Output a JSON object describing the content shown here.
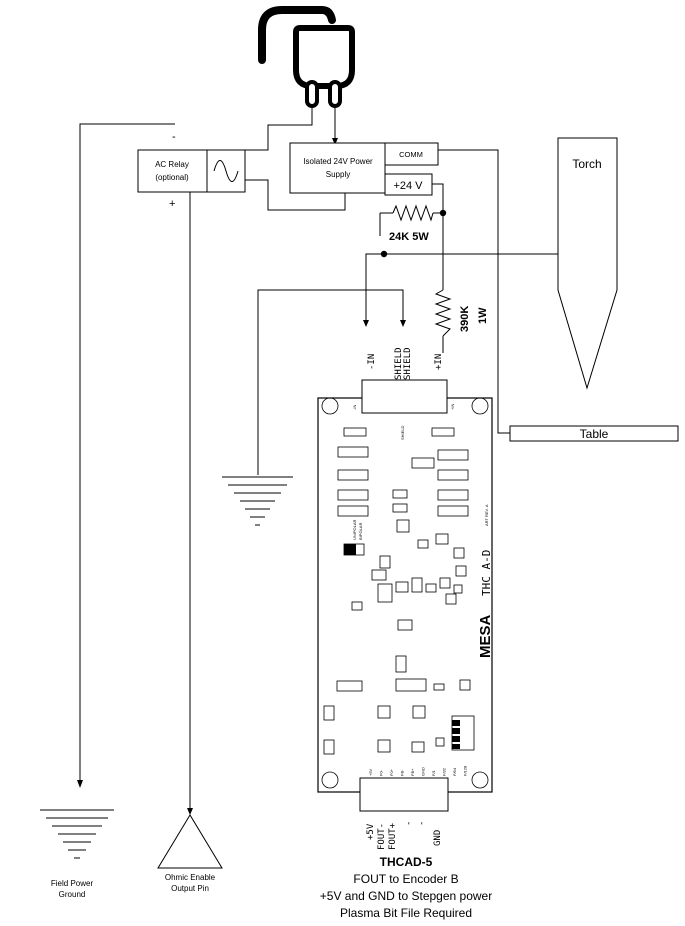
{
  "relay": {
    "line1": "AC Relay",
    "line2": "(optional)",
    "minus": "-",
    "plus": "+"
  },
  "psu": {
    "line1": "Isolated 24V Power",
    "line2": "Supply",
    "comm": "COMM",
    "v24": "+24 V"
  },
  "resistors": {
    "r1": "24K 5W",
    "r2a": "390K",
    "r2b": "1W"
  },
  "torch": {
    "label": "Torch"
  },
  "table": {
    "label": "Table"
  },
  "top_pins": {
    "in_minus": "-IN",
    "shield1": "SHIELD",
    "shield2": "SHIELD",
    "in_plus": "+IN"
  },
  "bottom_pins": {
    "p5v": "+5V",
    "fout_minus": "FOUT-",
    "fout_plus": "FOUT+",
    "dash1": "-",
    "dash2": "-",
    "gnd": "GND"
  },
  "grounds": {
    "field_line1": "Field Power",
    "field_line2": "Ground"
  },
  "ohmic": {
    "line1": "Ohmic Enable",
    "line2": "Output Pin"
  },
  "caption": {
    "title": "THCAD-5",
    "line1": "FOUT to  Encoder B",
    "line2": "+5V and GND to Stepgen power",
    "line3": "Plasma Bit File Required"
  },
  "board": {
    "brand": "MESA",
    "model": "THC A-D",
    "art_rev": "ART REV. A",
    "unipolar": "UNIPOLAR",
    "bipolar": "BIPOLAR",
    "shield": "SHIELD",
    "in_minus": "-IN",
    "in_plus": "+IN",
    "bottom_labels": [
      "+5V",
      "F0-",
      "F0+",
      "FB-",
      "FB+",
      "GND",
      "F/1",
      "F/32",
      "F/64",
      "F/128"
    ]
  }
}
